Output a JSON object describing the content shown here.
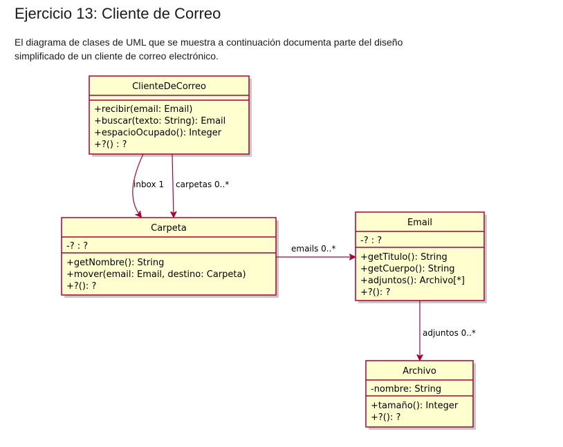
{
  "page": {
    "title": "Ejercicio 13: Cliente de Correo",
    "intro_line1": "El diagrama de clases de UML que se muestra a continuación documenta parte del diseño",
    "intro_line2": "simplificado de un cliente de correo electrónico."
  },
  "diagram": {
    "classes": {
      "cliente": {
        "name": "ClienteDeCorreo",
        "attributes": [],
        "methods": [
          "+recibir(email: Email)",
          "+buscar(texto: String): Email",
          "+espacioOcupado(): Integer",
          "+?() : ?"
        ]
      },
      "carpeta": {
        "name": "Carpeta",
        "attributes": [
          "-? : ?"
        ],
        "methods": [
          "+getNombre(): String",
          "+mover(email: Email, destino: Carpeta)",
          "+?(): ?"
        ]
      },
      "email": {
        "name": "Email",
        "attributes": [
          "-? : ?"
        ],
        "methods": [
          "+getTitulo(): String",
          "+getCuerpo(): String",
          "+adjuntos(): Archivo[*]",
          "+?(): ?"
        ]
      },
      "archivo": {
        "name": "Archivo",
        "attributes": [
          "-nombre: String"
        ],
        "methods": [
          "+tamaño(): Integer",
          "+?(): ?"
        ]
      }
    },
    "relations": {
      "inbox": "inbox 1",
      "carpetas": "carpetas 0..*",
      "emails": "emails 0..*",
      "adjuntos": "adjuntos 0..*"
    },
    "colors": {
      "fill": "#FEFECE",
      "border": "#A80036"
    }
  }
}
